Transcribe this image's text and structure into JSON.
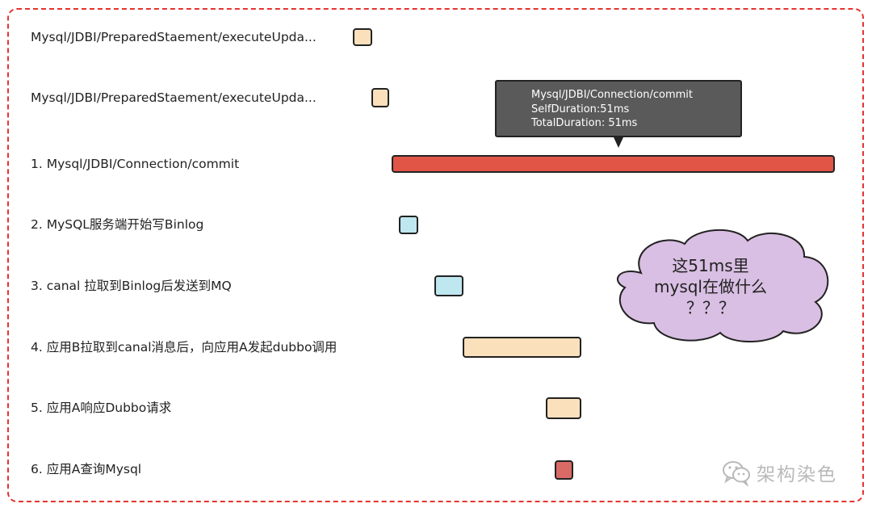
{
  "rows": [
    {
      "label": "Mysql/JDBI/PreparedStaement/executeUpda..."
    },
    {
      "label": "Mysql/JDBI/PreparedStaement/executeUpda..."
    },
    {
      "label": "1. Mysql/JDBI/Connection/commit"
    },
    {
      "label": "2. MySQL服务端开始写Binlog"
    },
    {
      "label": "3. canal 拉取到Binlog后发送到MQ"
    },
    {
      "label": "4. 应用B拉取到canal消息后，向应用A发起dubbo调用"
    },
    {
      "label": "5. 应用A响应Dubbo请求"
    },
    {
      "label": "6. 应用A查询Mysql"
    }
  ],
  "bar_colors": {
    "peach": "#fbe0bc",
    "red": "#e05545",
    "cyan": "#bfe7ef",
    "dark_red": "#d96a66"
  },
  "tooltip": {
    "line1": "Mysql/JDBI/Connection/commit",
    "line2": "SelfDuration:51ms",
    "line3": "TotalDuration: 51ms"
  },
  "cloud": {
    "line1": "这51ms里",
    "line2": "mysql在做什么",
    "line3": "？？？",
    "fill": "#d9bfe3"
  },
  "watermark": {
    "text": "架构染色",
    "icon": "wechat-icon"
  }
}
